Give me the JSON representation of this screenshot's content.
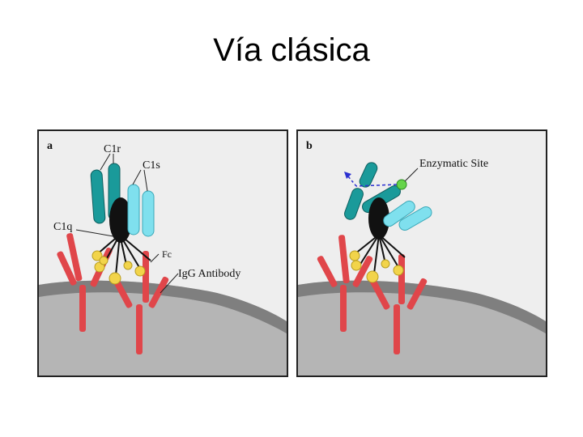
{
  "slide": {
    "title": "Vía clásica"
  },
  "panel_a": {
    "letter": "a",
    "labels": {
      "c1r": "C1r",
      "c1s": "C1s",
      "c1q": "C1q",
      "fc": "Fc",
      "igg": "IgG Antibody"
    }
  },
  "panel_b": {
    "letter": "b",
    "labels": {
      "enzymatic_site": "Enzymatic Site"
    }
  },
  "colors": {
    "membrane_top": "#7f7f7f",
    "membrane_body": "#b5b5b5",
    "panel_bg": "#eeeeee",
    "antibody": "#e0464a",
    "globular_head": "#f2d44a",
    "c1q_stalk": "#111111",
    "c1r": "#1a9a9a",
    "c1s": "#7fe0ee",
    "enzymatic_site": "#66d44a",
    "arrow": "#2a2fd0"
  }
}
